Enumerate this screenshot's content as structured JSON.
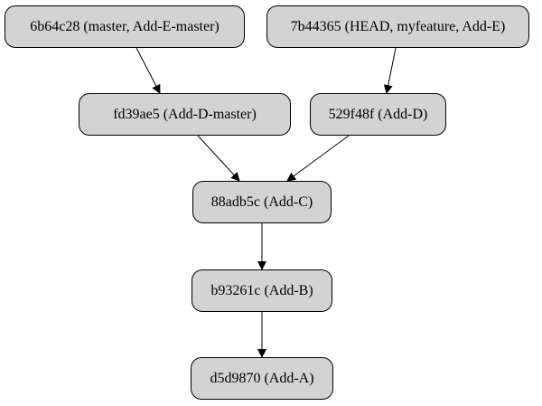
{
  "graph": {
    "nodes": [
      {
        "id": "n1",
        "label": "6b64c28 (master, Add-E-master)"
      },
      {
        "id": "n2",
        "label": "7b44365 (HEAD, myfeature, Add-E)"
      },
      {
        "id": "n3",
        "label": "fd39ae5 (Add-D-master)"
      },
      {
        "id": "n4",
        "label": "529f48f (Add-D)"
      },
      {
        "id": "n5",
        "label": "88adb5c (Add-C)"
      },
      {
        "id": "n6",
        "label": "b93261c (Add-B)"
      },
      {
        "id": "n7",
        "label": "d5d9870 (Add-A)"
      }
    ],
    "edges": [
      {
        "from": "n1",
        "to": "n3"
      },
      {
        "from": "n2",
        "to": "n4"
      },
      {
        "from": "n3",
        "to": "n5"
      },
      {
        "from": "n4",
        "to": "n5"
      },
      {
        "from": "n5",
        "to": "n6"
      },
      {
        "from": "n6",
        "to": "n7"
      }
    ],
    "colors": {
      "node_fill": "#d3d3d3",
      "node_border": "#000000",
      "edge": "#000000",
      "text": "#000000"
    }
  }
}
